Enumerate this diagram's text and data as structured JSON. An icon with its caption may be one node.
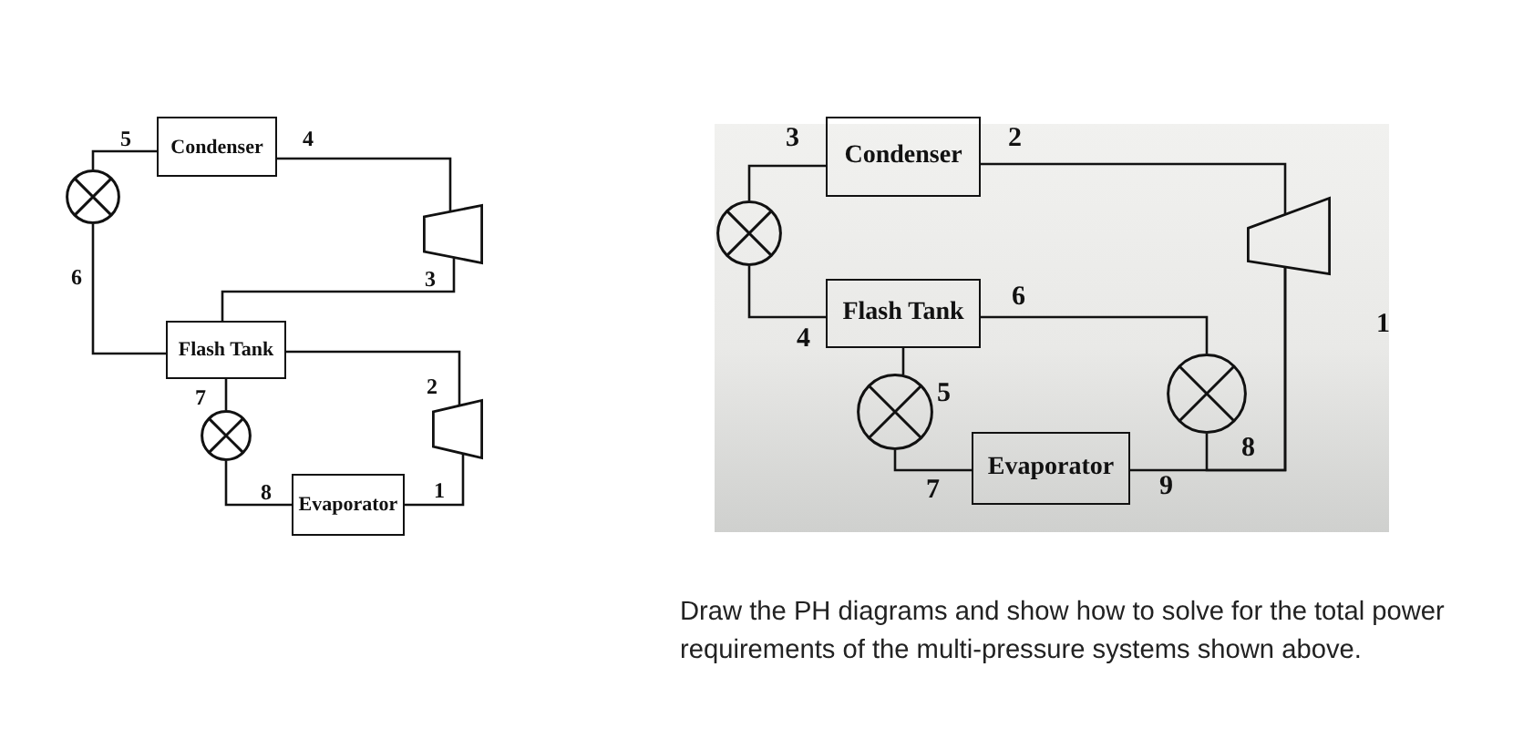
{
  "diagram": {
    "caption": "Draw the PH diagrams and show how to solve for the total power requirements of the multi-pressure systems shown above.",
    "nodes": [
      {
        "text": [
          "Condenser"
        ]
      },
      {
        "text": [],
        "shape": "circle"
      },
      {
        "text": [],
        "shape": "trapezoid"
      },
      {
        "text": [
          "Flash Tank"
        ]
      },
      {
        "text": [],
        "shape": "circle"
      },
      {
        "text": [],
        "shape": "trapezoid"
      },
      {
        "text": [
          "Evaporator"
        ]
      },
      {
        "text": [
          "Condenser"
        ]
      },
      {
        "text": [],
        "shape": "circle"
      },
      {
        "text": [],
        "shape": "trapezoid"
      },
      {
        "text": [
          "Flash Tank"
        ]
      },
      {
        "text": [],
        "shape": "circle"
      },
      {
        "text": [],
        "shape": "circle"
      },
      {
        "text": [
          "Evaporator"
        ]
      }
    ],
    "edges": [
      {
        "from": 2,
        "to": 0,
        "arrow": "none"
      },
      {
        "from": 0,
        "to": 1,
        "arrow": "none"
      },
      {
        "from": 1,
        "to": 3,
        "arrow": "none"
      },
      {
        "from": 3,
        "to": 2,
        "arrow": "none"
      },
      {
        "from": 5,
        "to": 3,
        "arrow": "none"
      },
      {
        "from": 3,
        "to": 4,
        "arrow": "none"
      },
      {
        "from": 4,
        "to": 6,
        "arrow": "none"
      },
      {
        "from": 6,
        "to": 5,
        "arrow": "none"
      },
      {
        "from": 9,
        "to": 7,
        "arrow": "none"
      },
      {
        "from": 7,
        "to": 8,
        "arrow": "none"
      },
      {
        "from": 8,
        "to": 10,
        "arrow": "none"
      },
      {
        "from": 10,
        "to": 11,
        "arrow": "none"
      },
      {
        "from": 11,
        "to": 13,
        "arrow": "none"
      },
      {
        "from": 13,
        "to": 9,
        "arrow": "none"
      },
      {
        "from": 10,
        "to": 12,
        "arrow": "none"
      },
      {
        "from": 12,
        "to": 9,
        "arrow": "none"
      }
    ],
    "labels": [
      "5",
      "4",
      "6",
      "3",
      "7",
      "2",
      "8",
      "1",
      "3",
      "2",
      "6",
      "1",
      "4",
      "5",
      "8",
      "7",
      "9"
    ]
  }
}
